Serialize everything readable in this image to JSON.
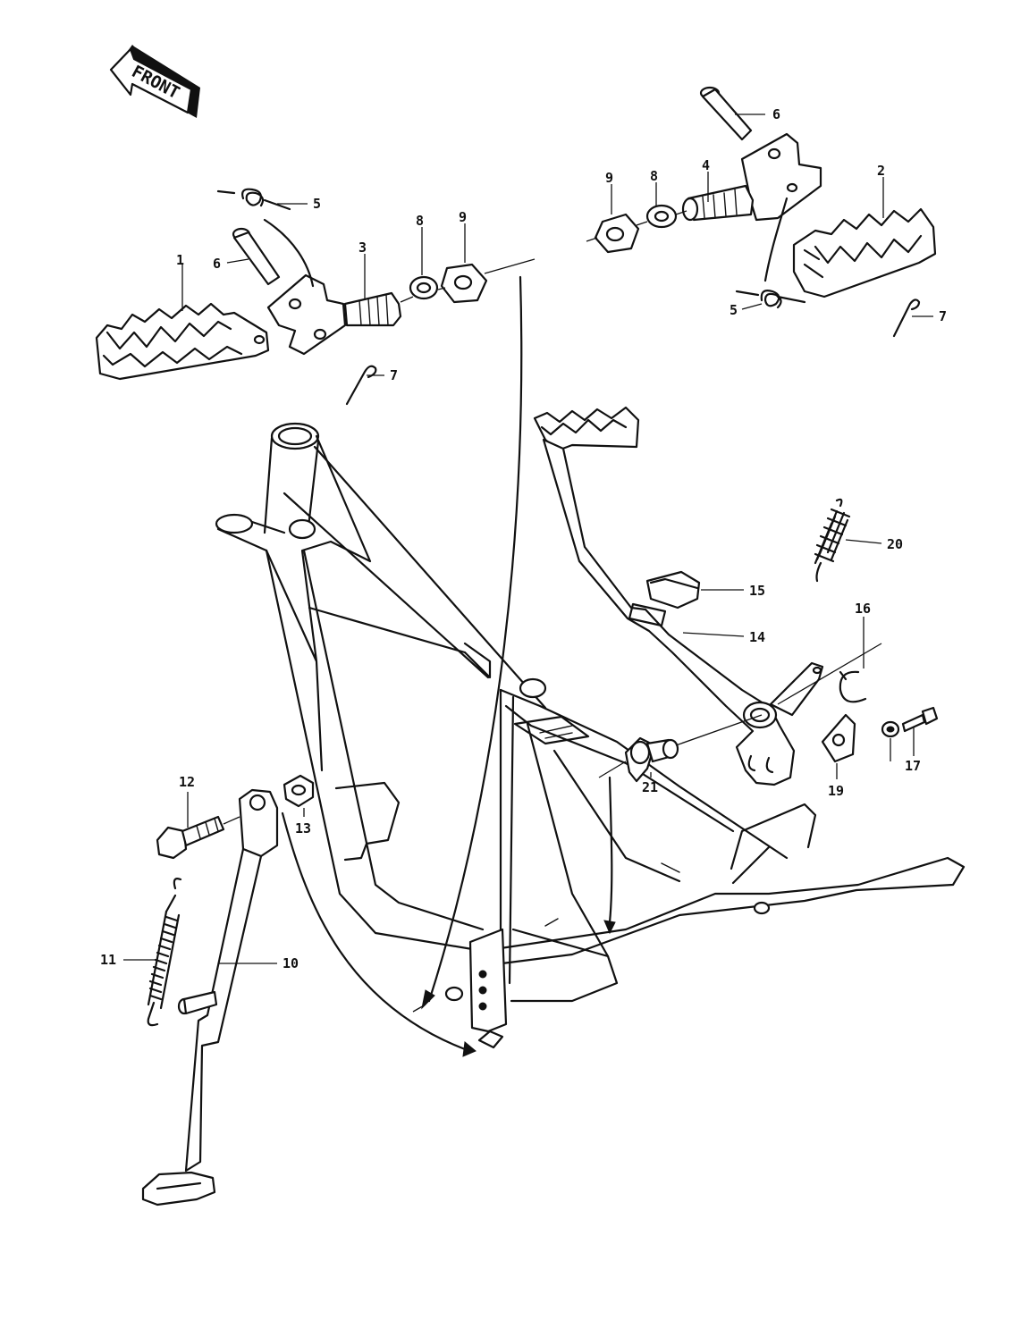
{
  "badge": {
    "front": "FRONT"
  },
  "callouts": {
    "footpeg_left": "1",
    "footpeg_right": "2",
    "bracket_left": "3",
    "bracket_right": "4",
    "spring_left": "5",
    "spring_right": "5",
    "pin_left": "6",
    "pin_right": "6",
    "cotter_left": "7",
    "cotter_right": "7",
    "washer_left": "8",
    "washer_right": "8",
    "nut_left": "9",
    "nut_right": "9",
    "side_stand": "10",
    "stand_spring": "11",
    "stand_bolt": "12",
    "stand_nut": "13",
    "brake_pedal": "14",
    "pedal_rubber": "15",
    "circlip": "16",
    "bolt": "17",
    "plate": "19",
    "pedal_spring": "20",
    "shaft": "21"
  }
}
